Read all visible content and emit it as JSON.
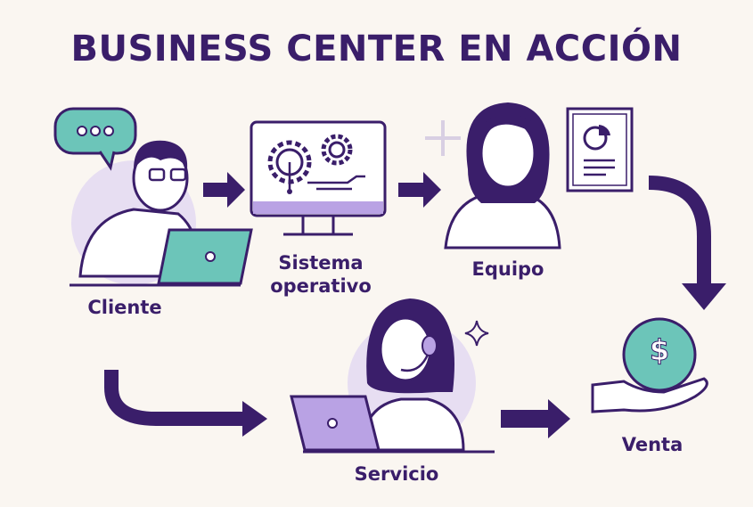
{
  "title": "BUSINESS CENTER EN ACCIÓN",
  "nodes": {
    "cliente": "Cliente",
    "sistema_line1": "Sistema",
    "sistema_line2": "operativo",
    "equipo": "Equipo",
    "servicio": "Servicio",
    "venta": "Venta"
  },
  "icons": {
    "currency_symbol": "$",
    "chat_dots": "•••"
  },
  "colors": {
    "primary": "#3a1e6a",
    "teal": "#6cc5b9",
    "lavender": "#b9a2e4",
    "light_lavender": "#e7def2",
    "background": "#faf6f1"
  }
}
